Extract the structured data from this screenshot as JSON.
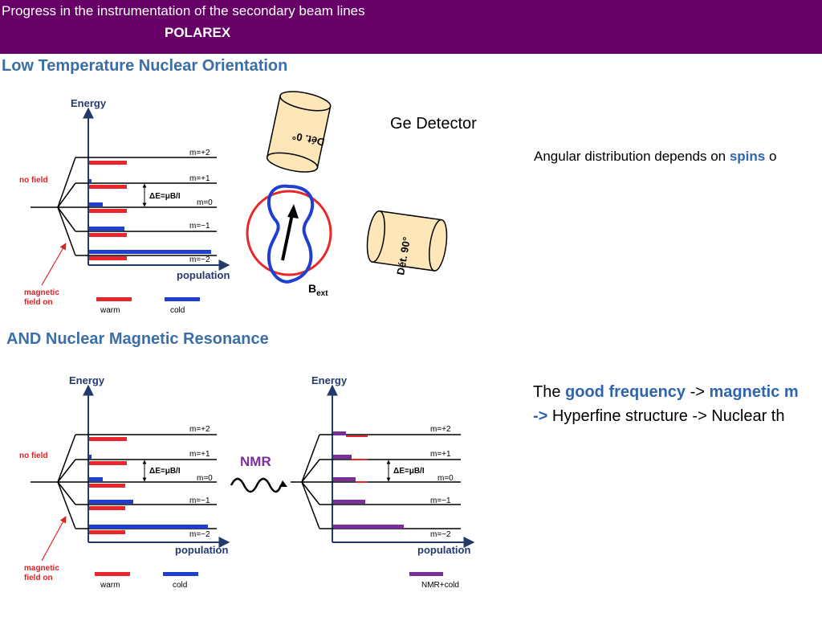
{
  "header": {
    "title": "Progress in the instrumentation of the secondary beam lines",
    "subtitle": "POLAREX"
  },
  "section1": {
    "title": "Low Temperature Nuclear Orientation",
    "ge_detector": "Ge Detector",
    "angular_text_prefix": "Angular distribution depends on ",
    "angular_text_highlight": "spins",
    "angular_text_suffix": " o"
  },
  "section2": {
    "title": "AND Nuclear Magnetic Resonance",
    "line1_prefix": "The ",
    "line1_highlight1": "good frequency",
    "line1_mid": " -> ",
    "line1_highlight2": "magnetic m",
    "line2_arrow": "->",
    "line2_text": " Hyperfine structure -> Nuclear th"
  },
  "diagram": {
    "energy_label": "Energy",
    "population_label": "population",
    "no_field": "no field",
    "magnetic_field_on_1": "magnetic",
    "magnetic_field_on_2": "field on",
    "levels": [
      "m=+2",
      "m=+1",
      "m=0",
      "m=−1",
      "m=−2"
    ],
    "delta_e": "ΔE=μB/I",
    "legend_warm": "warm",
    "legend_cold": "cold",
    "legend_nmr_cold": "NMR+cold",
    "nmr_label": "NMR",
    "det0_label": "Dét. 0°",
    "det90_label": "Dét. 90°",
    "bext_label": "B",
    "bext_sub": "ext"
  },
  "colors": {
    "header": "#660066",
    "section_title": "#3b6ea8",
    "warm": "#e8262b",
    "cold": "#1f3fd1",
    "nmr": "#7a2e9a",
    "detector_fill": "#fde7b8"
  }
}
